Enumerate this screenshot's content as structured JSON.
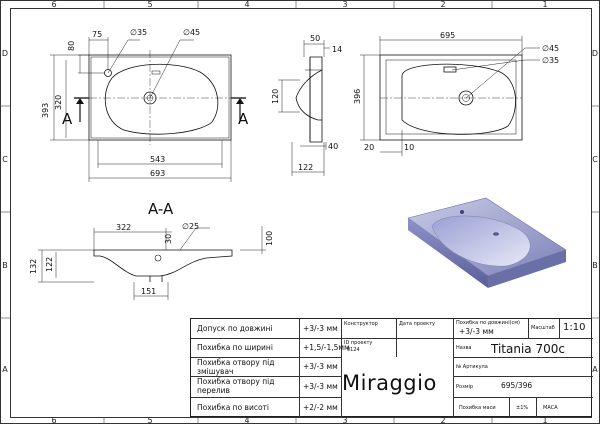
{
  "grid": {
    "columns": [
      "6",
      "5",
      "4",
      "3",
      "2",
      "1"
    ],
    "rows": [
      "D",
      "C",
      "B",
      "A"
    ]
  },
  "view_top": {
    "dims": {
      "d75": "75",
      "d80": "80",
      "dia35": "∅35",
      "dia45": "∅45",
      "d393": "393",
      "d320": "320",
      "d543": "543",
      "d693": "693"
    },
    "section_mark": "A"
  },
  "view_side": {
    "dims": {
      "d50": "50",
      "d14": "14",
      "d120": "120",
      "d40": "40",
      "d122": "122"
    }
  },
  "view_rear": {
    "dims": {
      "d695": "695",
      "dia45": "∅45",
      "dia35": "∅35",
      "d396": "396",
      "d20": "20",
      "d10": "10"
    }
  },
  "section": {
    "title": "A-A",
    "dims": {
      "d322": "322",
      "d30": "30",
      "dia25": "∅25",
      "d100": "100",
      "d132": "132",
      "d122": "122",
      "d151": "151"
    }
  },
  "title_block": {
    "tolerances": [
      {
        "label": "Допуск по довжині",
        "value": "+3/-3 мм"
      },
      {
        "label": "Похибка по ширині",
        "value": "+1,5/-1,5мм"
      },
      {
        "label": "Похибка отвору під змішувач",
        "value": "+3/-3 мм"
      },
      {
        "label": "Похибка отвору під перелив",
        "value": "+3/-3 мм"
      },
      {
        "label": "Похибка по висоті",
        "value": "+2/-2 мм"
      }
    ],
    "constructor_label": "Конструктор",
    "date_label": "Дата проекту",
    "project_id_label": "ID проекту",
    "project_id_value": "0124",
    "depth_label": "Похибка по довжині(см)",
    "depth_value": "+3/-3 мм",
    "scale_label": "Масштаб",
    "scale_value": "1:10",
    "name_label": "Назва",
    "name_value": "Titania 700c",
    "article_label": "№ Артикула",
    "size_label": "Розмір",
    "size_value": "695/396",
    "brand": "Miraggio",
    "mass_label": "Похибка маси",
    "mass_value": "±1%",
    "mass_caption": "МАСА"
  }
}
